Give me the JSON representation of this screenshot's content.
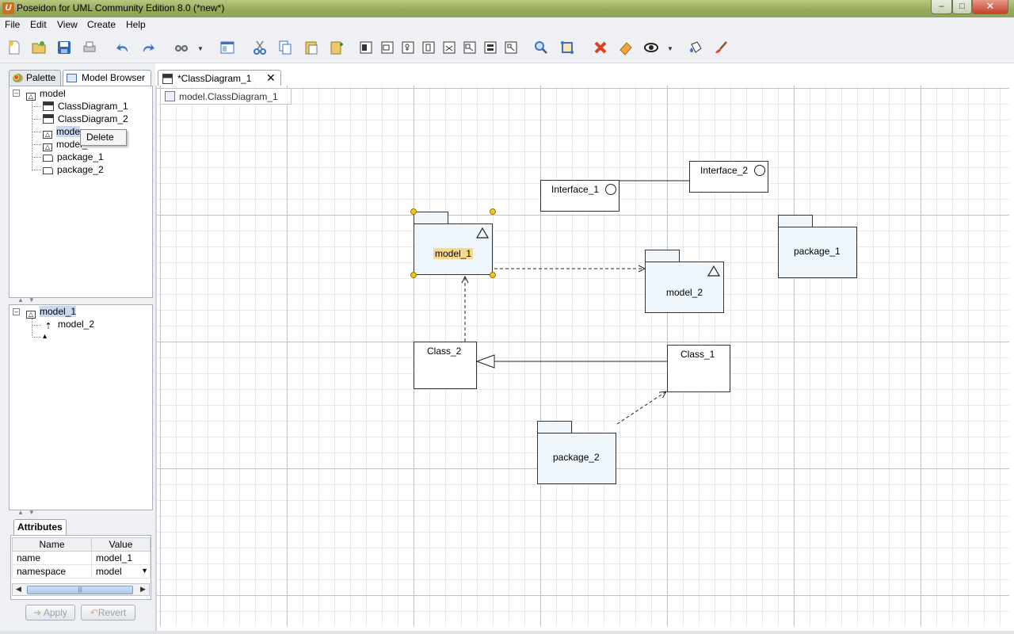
{
  "window": {
    "title": "Poseidon for UML Community Edition 8.0 (*new*)",
    "app_icon_letter": "U"
  },
  "menu": [
    "File",
    "Edit",
    "View",
    "Create",
    "Help"
  ],
  "toolbar_icons": [
    "new-document-icon",
    "open-folder-icon",
    "save-icon",
    "print-icon",
    "undo-icon",
    "redo-icon",
    "binoculars-icon",
    "dropdown-arrow-icon",
    "layout-icon",
    "cut-icon",
    "copy-icon",
    "paste-icon",
    "paste-add-icon",
    "diagram-class-icon",
    "diagram-package-icon",
    "diagram-usecase-icon",
    "diagram-sequence-icon",
    "diagram-collab-icon",
    "diagram-state-icon",
    "diagram-activity-icon",
    "diagram-deploy-icon",
    "zoom-100-icon",
    "fit-icon",
    "delete-icon",
    "eraser-icon",
    "eye-icon",
    "paint-bucket-icon",
    "brush-icon"
  ],
  "left_tabs": {
    "palette": "Palette",
    "model_browser": "Model Browser"
  },
  "tree": {
    "root": "model",
    "items": [
      "ClassDiagram_1",
      "ClassDiagram_2",
      "mode",
      "model_",
      "package_1",
      "package_2"
    ]
  },
  "context_menu": {
    "delete": "Delete"
  },
  "tree2": {
    "root": "model_1",
    "child": "model_2",
    "dots": "▴"
  },
  "attributes": {
    "tab": "Attributes",
    "col_name": "Name",
    "col_value": "Value",
    "rows": [
      {
        "name": "name",
        "value": "model_1"
      },
      {
        "name": "namespace",
        "value": "model"
      }
    ],
    "scroll_grip": "|||",
    "apply": "Apply",
    "revert": "Revert"
  },
  "doc_tab": {
    "label": "*ClassDiagram_1",
    "close": "✕"
  },
  "breadcrumb": "model.ClassDiagram_1",
  "diagram": {
    "interface_1": "Interface_1",
    "interface_2": "Interface_2",
    "model_1": "model_1",
    "model_2": "model_2",
    "package_1": "package_1",
    "package_2": "package_2",
    "class_1": "Class_1",
    "class_2": "Class_2"
  },
  "colors": {
    "node_fill": "#eef6fb",
    "selection_handle": "#f5c518",
    "label_highlight": "#f8d98a"
  }
}
